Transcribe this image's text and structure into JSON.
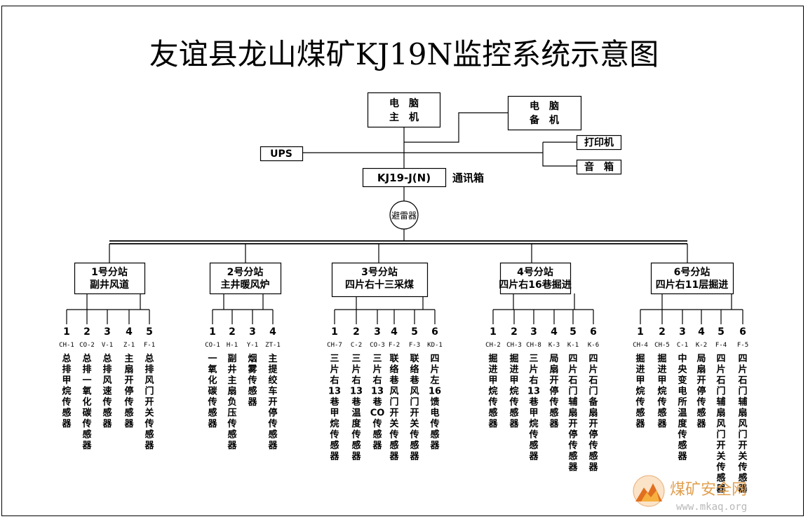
{
  "title": "友谊县龙山煤矿KJ19N监控系统示意图",
  "host": [
    "电　脑",
    "主　机"
  ],
  "backup": [
    "电　脑",
    "备　机"
  ],
  "ups": "UPS",
  "printer": "打印机",
  "speaker": "音　箱",
  "comm_box": "KJ19-J(N)",
  "comm_box_label": "通讯箱",
  "protector": "避雷器",
  "stations": [
    {
      "lines": [
        "1号分站",
        "副井风道"
      ],
      "sensors": [
        {
          "num": "1",
          "code": "CH-1",
          "name": "总排甲烷传感器"
        },
        {
          "num": "2",
          "code": "CO-2",
          "name": "总排一氧化碳传感器"
        },
        {
          "num": "3",
          "code": "V-1",
          "name": "总排风速传感器"
        },
        {
          "num": "4",
          "code": "Z-1",
          "name": "主扇开停传感器"
        },
        {
          "num": "5",
          "code": "F-1",
          "name": "总排风门开关传感器"
        }
      ]
    },
    {
      "lines": [
        "2号分站",
        "主井暖风炉"
      ],
      "sensors": [
        {
          "num": "1",
          "code": "CO-1",
          "name": "一氧化碳传感器"
        },
        {
          "num": "2",
          "code": "H-1",
          "name": "副井主扇负压传感器"
        },
        {
          "num": "3",
          "code": "Y-1",
          "name": "烟雾传感器"
        },
        {
          "num": "4",
          "code": "ZT-1",
          "name": "主提绞车开停传感器"
        }
      ]
    },
    {
      "lines": [
        "3号分站",
        "四片右十三采煤"
      ],
      "sensors": [
        {
          "num": "1",
          "code": "CH-7",
          "name": "三片右13巷甲烷传感器"
        },
        {
          "num": "2",
          "code": "C-2",
          "name": "三片右13巷温度传感器"
        },
        {
          "num": "3",
          "code": "CO-3",
          "name": "三片右13巷CO传感器"
        },
        {
          "num": "4",
          "code": "F-2",
          "name": "联络巷风门开关传感器"
        },
        {
          "num": "5",
          "code": "F-3",
          "name": "联络巷风门开关传感器"
        },
        {
          "num": "6",
          "code": "KD-1",
          "name": "四片左16馈电传感器"
        }
      ]
    },
    {
      "lines": [
        "4号分站",
        "四片右16巷掘进"
      ],
      "sensors": [
        {
          "num": "1",
          "code": "CH-2",
          "name": "掘进甲烷传感器"
        },
        {
          "num": "2",
          "code": "CH-3",
          "name": "掘进甲烷传感器"
        },
        {
          "num": "3",
          "code": "CH-8",
          "name": "三片右13巷甲烷传感器"
        },
        {
          "num": "4",
          "code": "K-3",
          "name": "局扇开停传感器"
        },
        {
          "num": "5",
          "code": "K-1",
          "name": "四片石门辅扇开停传感器"
        },
        {
          "num": "6",
          "code": "K-6",
          "name": "四片石门备扇开停传感器"
        }
      ]
    },
    {
      "lines": [
        "6号分站",
        "四片右11层掘进"
      ],
      "sensors": [
        {
          "num": "1",
          "code": "CH-4",
          "name": "掘进甲烷传感器"
        },
        {
          "num": "2",
          "code": "CH-5",
          "name": "掘进甲烷传感器"
        },
        {
          "num": "3",
          "code": "C-1",
          "name": "中央变电所温度传感器"
        },
        {
          "num": "4",
          "code": "K-2",
          "name": "局扇开停传感器"
        },
        {
          "num": "5",
          "code": "F-4",
          "name": "四片石门辅扇风门开关传感器"
        },
        {
          "num": "6",
          "code": "F-5",
          "name": "四片石门辅扇风门开关传感器"
        }
      ]
    }
  ],
  "watermark": {
    "text": "煤矿安全网",
    "url": "www.mkaq.org",
    "color_fire": "#e07020",
    "color_text": "#e0a050"
  }
}
